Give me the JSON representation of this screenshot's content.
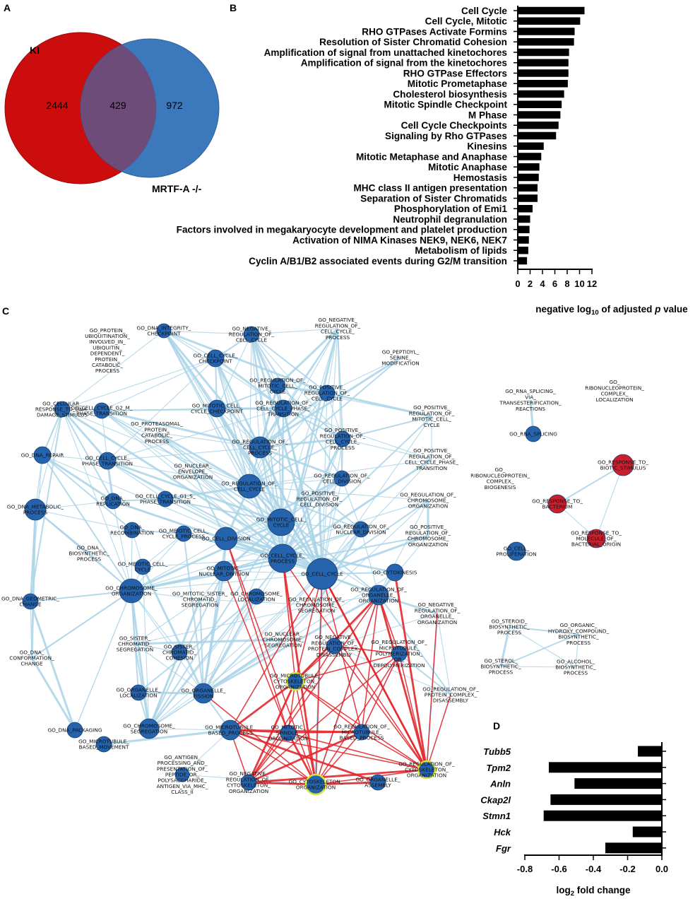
{
  "panels": {
    "a": "A",
    "b": "B",
    "c": "C",
    "d": "D"
  },
  "venn": {
    "left_label": "KI",
    "right_label": "MRTF-A -/-",
    "left_only": "2444",
    "overlap": "429",
    "right_only": "972",
    "left_color": "#cc0d0d",
    "right_color": "#2e6fb7",
    "overlap_color": "#6d4c7a"
  },
  "chart_data": [
    {
      "type": "bar",
      "orientation": "horizontal",
      "categories": [
        "Cell Cycle",
        "Cell Cycle, Mitotic",
        "RHO GTPases Activate Formins",
        "Resolution of Sister Chromatid Cohesion",
        "Amplification of signal from unattached kinetochores",
        "Amplification of signal from the kinetochores",
        "RHO GTPase Effectors",
        "Mitotic Prometaphase",
        "Cholesterol biosynthesis",
        "Mitotic Spindle Checkpoint",
        "M Phase",
        "Cell Cycle Checkpoints",
        "Signaling by Rho GTPases",
        "Kinesins",
        "Mitotic Metaphase and Anaphase",
        "Mitotic Anaphase",
        "Hemostasis",
        "MHC class II antigen presentation",
        "Separation of Sister Chromatids",
        "Phosphorylation of Emi1",
        "Neutrophil degranulation",
        "Factors involved in megakaryocyte development and platelet production",
        "Activation of NIMA Kinases NEK9, NEK6, NEK7",
        "Metabolism of lipids",
        "Cyclin A/B1/B2 associated events during G2/M transition"
      ],
      "values": [
        10.8,
        10.1,
        9.2,
        9.1,
        8.3,
        8.2,
        8.2,
        8.1,
        7.5,
        7.1,
        6.9,
        6.6,
        6.2,
        4.2,
        3.8,
        3.5,
        3.4,
        3.2,
        3.2,
        2.4,
        2.0,
        1.9,
        1.8,
        1.7,
        1.5
      ],
      "xlabel_prefix": "negative log",
      "xlabel_sub": "10",
      "xlabel_middle": " of adjusted ",
      "xlabel_italic": "p",
      "xlabel_suffix": " value",
      "xlim": [
        0,
        12
      ],
      "xticks": [
        0,
        2,
        4,
        6,
        8,
        10,
        12
      ],
      "grid": false,
      "bar_color": "#000000"
    },
    {
      "type": "bar",
      "orientation": "horizontal",
      "categories": [
        "Tubb5",
        "Tpm2",
        "Anln",
        "Ckap2l",
        "Stmn1",
        "Hck",
        "Fgr"
      ],
      "values": [
        -0.14,
        -0.66,
        -0.51,
        -0.65,
        -0.69,
        -0.17,
        -0.33
      ],
      "xlabel_prefix": "log",
      "xlabel_sub": "2",
      "xlabel_suffix": " fold change",
      "xlim": [
        -0.8,
        0.0
      ],
      "xticks": [
        "-0.8",
        "-0.6",
        "-0.4",
        "-0.2",
        "0.0"
      ],
      "grid": false,
      "bar_color": "#000000"
    }
  ],
  "network": {
    "node_color": "#2563ad",
    "node_stroke": "#1b3e6e",
    "red_node_color": "#cc1f2e",
    "highlight_ring": "#d6e63a",
    "edge_color": "#a9d3e8",
    "red_edge_color": "#e3262b",
    "nodes": [
      {
        "id": "n1",
        "label": "GO_PROTEIN_\nUBIQUITINATION_\nINVOLVED_IN_\nUBIQUITIN_\nDEPENDENT_\nPROTEIN_\nCATABOLIC_\nPROCESS",
        "r": 0
      },
      {
        "id": "n2",
        "label": "GO_DNA_INTEGRITY_\nCHECKPOINT",
        "r": 10
      },
      {
        "id": "n3",
        "label": "GO_NEGATIVE_\nREGULATION_OF_\nCELL_CYCLE",
        "r": 11
      },
      {
        "id": "n4",
        "label": "GO_NEGATIVE_\nREGULATION_OF_\nCELL_CYCLE_\nPROCESS",
        "r": 0
      },
      {
        "id": "n5",
        "label": "GO_PEPTIDYL_\nSERINE_\nMODIFICATION",
        "r": 0
      },
      {
        "id": "n6",
        "label": "GO_CELL_CYCLE_\nCHECKPOINT",
        "r": 12
      },
      {
        "id": "n7",
        "label": "GO_REGULATION_OF_\nMITOTIC_CELL_\nCYCLE",
        "r": 11
      },
      {
        "id": "n8",
        "label": "GO_CELLULAR_\nRESPONSE_TO_DNA_\nDAMAGE_STIMULUS",
        "r": 11
      },
      {
        "id": "n9",
        "label": "GO_CELL_CYCLE_G2_M_\nPHASE_TRANSITION",
        "r": 11
      },
      {
        "id": "n10",
        "label": "GO_MITOTIC_CELL_\nCYCLE_CHECKPOINT",
        "r": 12
      },
      {
        "id": "n11",
        "label": "GO_REGULATION_OF_\nCELL_CYCLE_PHASE_\nTRANSITION",
        "r": 12
      },
      {
        "id": "n12",
        "label": "GO_POSITIVE_\nREGULATION_OF_\nCELL_CYCLE",
        "r": 11
      },
      {
        "id": "n13",
        "label": "GO_POSITIVE_\nREGULATION_OF_\nMITOTIC_CELL_\nCYCLE",
        "r": 0
      },
      {
        "id": "n14",
        "label": "GO_PROTEASOMAL_\nPROTEIN_\nCATABOLIC_\nPROCESS",
        "r": 0
      },
      {
        "id": "n15",
        "label": "GO_REGULATION_OF_\nCELL_CYCLE_\nPROCESS",
        "r": 15
      },
      {
        "id": "n16",
        "label": "GO_POSITIVE_\nREGULATION_OF_\nCELL_CYCLE_\nPROCESS",
        "r": 11
      },
      {
        "id": "n17",
        "label": "GO_POSITIVE_\nREGULATION_OF_\nCELL_CYCLE_PHASE_\nTRANSITION",
        "r": 0
      },
      {
        "id": "n18",
        "label": "GO_DNA_REPAIR",
        "r": 12
      },
      {
        "id": "n19",
        "label": "GO_CELL_CYCLE_\nPHASE_TRANSITION",
        "r": 12
      },
      {
        "id": "n20",
        "label": "GO_NUCLEAR_\nENVELOPE_\nORGANIZATION",
        "r": 0
      },
      {
        "id": "n21",
        "label": "GO_REGULATION_OF_\nCELL_CYCLE",
        "r": 17
      },
      {
        "id": "n22",
        "label": "GO_REGULATION_OF_\nCELL_DIVISION",
        "r": 11
      },
      {
        "id": "n23",
        "label": "GO_POSITIVE_\nREGULATION_OF_\nCELL_DIVISION",
        "r": 0
      },
      {
        "id": "n24",
        "label": "GO_DNA_\nREPLICATION",
        "r": 11
      },
      {
        "id": "n25",
        "label": "GO_CELL_CYCLE_G1_S_\nPHASE_TRANSITION",
        "r": 11
      },
      {
        "id": "n26",
        "label": "GO_REGULATION_OF_\nCHROMOSOME_\nORGANIZATION",
        "r": 0
      },
      {
        "id": "n27",
        "label": "GO_DNA_METABOLIC_\nPROCESS",
        "r": 15
      },
      {
        "id": "n28",
        "label": "GO_DNA_\nRECOMBINATION",
        "r": 11
      },
      {
        "id": "n29",
        "label": "GO_MEIOTIC_CELL_\nCYCLE_PROCESS",
        "r": 11
      },
      {
        "id": "n30",
        "label": "GO_MITOTIC_CELL_\nCYCLE",
        "r": 19
      },
      {
        "id": "n31",
        "label": "GO_REGULATION_OF_\nNUCLEAR_DIVISION",
        "r": 11
      },
      {
        "id": "n32",
        "label": "GO_POSITIVE_\nREGULATION_OF_\nCHROMOSOME_\nORGANIZATION",
        "r": 0
      },
      {
        "id": "n33",
        "label": "GO_CELL_DIVISION",
        "r": 16
      },
      {
        "id": "n34",
        "label": "GO_DNA_\nBIOSYNTHETIC_\nPROCESS",
        "r": 0
      },
      {
        "id": "n35",
        "label": "GO_MEIOTIC_CELL_\nCYCLE",
        "r": 11
      },
      {
        "id": "n36",
        "label": "GO_MITOTIC_\nNUCLEAR_DIVISION",
        "r": 14
      },
      {
        "id": "n37",
        "label": "GO_CELL_CYCLE_\nPROCESS",
        "r": 20
      },
      {
        "id": "n38",
        "label": "GO_CELL_CYCLE",
        "r": 22
      },
      {
        "id": "n39",
        "label": "GO_CYTOKINESIS",
        "r": 12
      },
      {
        "id": "n40",
        "label": "GO_DNA_GEOMETRIC_\nCHANGE",
        "r": 11
      },
      {
        "id": "n41",
        "label": "GO_CHROMOSOME_\nORGANIZATION",
        "r": 17
      },
      {
        "id": "n42",
        "label": "GO_MITOTIC_SISTER_\nCHROMATID_\nSEGREGATION",
        "r": 0
      },
      {
        "id": "n43",
        "label": "GO_CHROMOSOME_\nLOCALIZATION",
        "r": 11
      },
      {
        "id": "n44",
        "label": "GO_REGULATION_OF_\nCHROMOSOME_\nSEGREGATION",
        "r": 0
      },
      {
        "id": "n45",
        "label": "GO_REGULATION_OF_\nORGANELLE_\nORGANIZATION",
        "r": 14
      },
      {
        "id": "n46",
        "label": "GO_NEGATIVE_\nREGULATION_OF_\nORGANELLE_\nORGANIZATION",
        "r": 0
      },
      {
        "id": "n47",
        "label": "GO_SISTER_\nCHROMATID_\nSEGREGATION",
        "r": 0
      },
      {
        "id": "n48",
        "label": "GO_NUCLEAR_\nCHROMOSOME_\nSEGREGATION",
        "r": 0
      },
      {
        "id": "n49",
        "label": "GO_NEGATIVE_\nREGULATION_OF_\nPROTEIN_COMPLEX_\nDISASSEMBLY",
        "r": 11
      },
      {
        "id": "n50",
        "label": "GO_REGULATION_OF_\nMICROTUBULE_\nPOLYMERIZATION_\nOR_\nDEPOLYMERIZATION",
        "r": 11
      },
      {
        "id": "n51",
        "label": "GO_DNA_\nCONFORMATION_\nCHANGE",
        "r": 0
      },
      {
        "id": "n52",
        "label": "GO_SISTER_\nCHROMATID_\nCOHESION",
        "r": 11
      },
      {
        "id": "n53",
        "label": "GO_ORGANELLE_\nLOCALIZATION",
        "r": 11
      },
      {
        "id": "n54",
        "label": "GO_ORGANELLE_\nFISSION",
        "r": 14
      },
      {
        "id": "n55",
        "label": "GO_MICROTUBULE_\nCYTOSKELETON_\nORGANIZATION",
        "r": 12
      },
      {
        "id": "n56",
        "label": "GO_REGULATION_OF_\nPROTEIN_COMPLEX_\nDISASSEMBLY",
        "r": 0
      },
      {
        "id": "n57",
        "label": "GO_DNA_PACKAGING",
        "r": 11
      },
      {
        "id": "n58",
        "label": "GO_CHROMOSOME_\nSEGREGATION",
        "r": 14
      },
      {
        "id": "n59",
        "label": "GO_MICROTUBULE_\nBASED_PROCESS",
        "r": 14
      },
      {
        "id": "n60",
        "label": "GO_MITOTIC_\nSPINDLE_\nORGANIZATION",
        "r": 11
      },
      {
        "id": "n61",
        "label": "GO_REGULATION_OF_\nMICROTUBULE_\nBASED_PROCESS",
        "r": 11
      },
      {
        "id": "n62",
        "label": "GO_REGULATION_OF_\nCYTOSKELETON_\nORGANIZATION",
        "r": 12
      },
      {
        "id": "n63",
        "label": "GO_MICROTUBULE_\nBASED_MOVEMENT",
        "r": 11
      },
      {
        "id": "n64",
        "label": "GO_ANTIGEN_\nPROCESSING_AND_\nPRESENTATION_OF_\nPEPTIDE_OR_\nPOLYSACCHARIDE_\nANTIGEN_VIA_MHC_\nCLASS_II",
        "r": 10
      },
      {
        "id": "n65",
        "label": "GO_NEGATIVE_\nREGULATION_OF_\nCYTOSKELETON_\nORGANIZATION",
        "r": 11
      },
      {
        "id": "n66",
        "label": "GO_CYTOSKELETON_\nORGANIZATION",
        "r": 14
      },
      {
        "id": "n67",
        "label": "GO_ORGANELLE_\nASSEMBLY",
        "r": 11
      },
      {
        "id": "n68",
        "label": "GO_RNA_SPLICING_\nVIA_\nTRANSESTERIFICATION_\nREACTIONS",
        "r": 0
      },
      {
        "id": "n69",
        "label": "GO_RNA_SPLICING",
        "r": 11
      },
      {
        "id": "n70",
        "label": "GO_\nRIBONUCLEOPROTEIN_\nCOMPLEX_\nLOCALIZATION",
        "r": 0
      },
      {
        "id": "n71",
        "label": "GO_\nRIBONUCLEOPROTEIN_\nCOMPLEX_\nBIOGENESIS",
        "r": 0
      },
      {
        "id": "n72",
        "label": "GO_RESPONSE_TO_\nBIOTIC_STIMULUS",
        "r": 15
      },
      {
        "id": "n73",
        "label": "GO_RESPONSE_TO_\nBACTERIUM",
        "r": 13
      },
      {
        "id": "n74",
        "label": "GO_RESPONSE_TO_\nMOLECULE_OF_\nBACTERIAL_ORIGIN",
        "r": 13
      },
      {
        "id": "n75",
        "label": "GO_CELL_\nPROLIFERATION",
        "r": 13
      },
      {
        "id": "n76",
        "label": "GO_STEROID_\nBIOSYNTHETIC_\nPROCESS",
        "r": 0
      },
      {
        "id": "n77",
        "label": "GO_ORGANIC_\nHYDROXY_COMPOUND_\nBIOSYNTHETIC_\nPROCESS",
        "r": 0
      },
      {
        "id": "n78",
        "label": "GO_STEROL_\nBIOSYNTHETIC_\nPROCESS",
        "r": 0
      },
      {
        "id": "n79",
        "label": "GO_ALCOHOL_\nBIOSYNTHETIC_\nPROCESS",
        "r": 0
      }
    ]
  }
}
